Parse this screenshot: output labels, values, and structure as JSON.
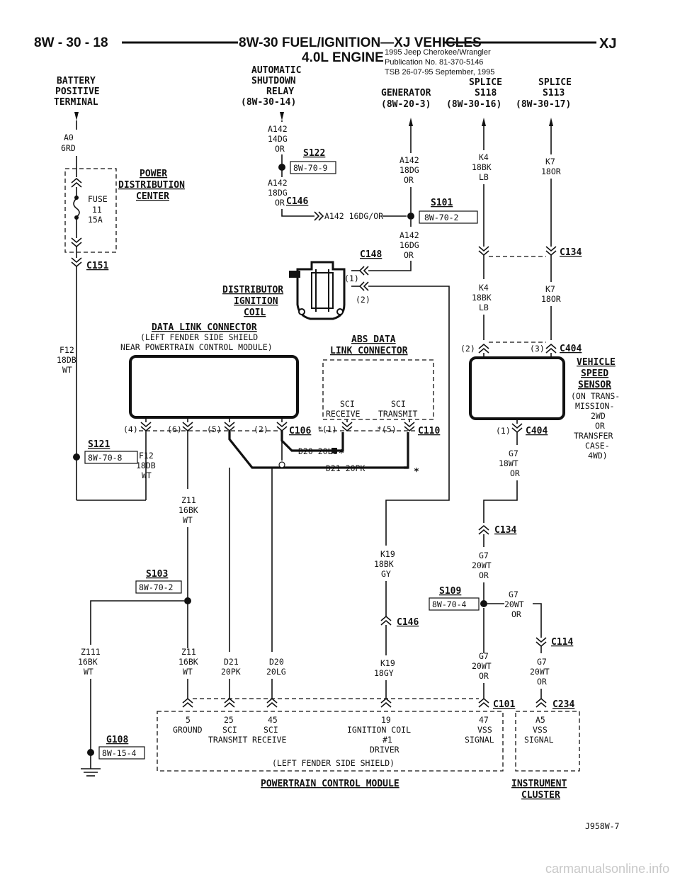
{
  "header": {
    "left": "8W - 30 - 18",
    "center": "8W-30 FUEL/IGNITION—XJ VEHICLES",
    "right": "XJ",
    "sub": "4.0L ENGINE",
    "pub_lines": [
      "1995 Jeep Cherokee/Wrangler",
      "Publication No. 81-370-5146",
      "TSB 26-07-95     September, 1995"
    ]
  },
  "components": {
    "battery": [
      "BATTERY",
      "POSITIVE",
      "TERMINAL"
    ],
    "asd": [
      "AUTOMATIC",
      "SHUTDOWN",
      "RELAY",
      "(8W-30-14)"
    ],
    "generator": [
      "GENERATOR",
      "(8W-20-3)"
    ],
    "splice118": [
      "SPLICE",
      "S118",
      "(8W-30-16)"
    ],
    "splice113": [
      "SPLICE",
      "S113",
      "(8W-30-17)"
    ],
    "pdc": [
      "POWER",
      "DISTRIBUTION",
      "CENTER"
    ],
    "fuse": [
      "FUSE",
      "11",
      "15A"
    ],
    "coil": [
      "DISTRIBUTOR",
      "IGNITION",
      "COIL"
    ],
    "dlc": [
      "DATA LINK CONNECTOR",
      "(LEFT FENDER SIDE SHIELD",
      "NEAR POWERTRAIN CONTROL MODULE)"
    ],
    "abs": [
      "ABS DATA",
      "LINK CONNECTOR"
    ],
    "abs_pins": [
      "SCI",
      "RECEIVE",
      "SCI",
      "TRANSMIT"
    ],
    "vss": [
      "VEHICLE",
      "SPEED",
      "SENSOR",
      "(ON TRANS-",
      "MISSION-",
      "2WD",
      "OR",
      "TRANSFER",
      "CASE-",
      "4WD)"
    ],
    "pcm": "POWERTRAIN CONTROL MODULE",
    "pcm_shield": "(LEFT FENDER SIDE SHIELD)",
    "cluster": [
      "INSTRUMENT",
      "CLUSTER"
    ]
  },
  "wires": {
    "a0": [
      "A0",
      "6RD"
    ],
    "a142_14": [
      "A142",
      "14DG",
      "OR"
    ],
    "a142_18a": [
      "A142",
      "18DG",
      "OR"
    ],
    "a142_18b": [
      "A142",
      "18DG",
      "OR"
    ],
    "a142_16h": "A142 16DG/OR",
    "a142_16": [
      "A142",
      "16DG",
      "OR"
    ],
    "k4a": [
      "K4",
      "18BK",
      "LB"
    ],
    "k7a": [
      "K7",
      "18OR"
    ],
    "k4b": [
      "K4",
      "18BK",
      "LB"
    ],
    "k7b": [
      "K7",
      "18OR"
    ],
    "f12a": [
      "F12",
      "18DB",
      "WT"
    ],
    "f12b": [
      "F12",
      "18DB",
      "WT"
    ],
    "z11a": [
      "Z11",
      "16BK",
      "WT"
    ],
    "z11b": [
      "Z11",
      "16BK",
      "WT"
    ],
    "z111": [
      "Z111",
      "16BK",
      "WT"
    ],
    "d20": "D20 20LG",
    "d21": "D21 20PK",
    "d21v": [
      "D21",
      "20PK"
    ],
    "d20v": [
      "D20",
      "20LG"
    ],
    "k19a": [
      "K19",
      "18BK",
      "GY"
    ],
    "k19b": [
      "K19",
      "18GY"
    ],
    "g7a": [
      "G7",
      "18WT",
      "OR"
    ],
    "g7b": [
      "G7",
      "20WT",
      "OR"
    ],
    "g7c": [
      "G7",
      "20WT",
      "OR"
    ],
    "g7d": [
      "G7",
      "20WT",
      "OR"
    ],
    "g7e": [
      "G7",
      "20WT",
      "OR"
    ]
  },
  "connectors": {
    "s122": "S122",
    "s122ref": "8W-70-9",
    "c146a": "C146",
    "s101": "S101",
    "s101ref": "8W-70-2",
    "c148": "C148",
    "c151": "C151",
    "c134a": "C134",
    "c404a": "C404",
    "c404b": "C404",
    "c106": "C106",
    "c110": "C110",
    "s121": "S121",
    "s121ref": "8W-70-8",
    "c134b": "C134",
    "s103": "S103",
    "s103ref": "8W-70-2",
    "s109": "S109",
    "s109ref": "8W-70-4",
    "c146b": "C146",
    "c114": "C114",
    "c101": "C101",
    "c234": "C234",
    "g108": "G108",
    "g108ref": "8W-15-4"
  },
  "pins": {
    "coil1": "(1)",
    "coil2": "(2)",
    "dlc4": "(4)",
    "dlc6": "(6)",
    "dlc5": "(5)",
    "dlc2": "(2)",
    "abs1": "*(1)",
    "abs5": "*(5)",
    "vss2": "(2)",
    "vss3": "(3)",
    "vss1": "(1)",
    "star": "*"
  },
  "pcm_pins": [
    {
      "num": "5",
      "label": [
        "GROUND"
      ]
    },
    {
      "num": "25",
      "label": [
        "SCI",
        "TRANSMIT"
      ]
    },
    {
      "num": "45",
      "label": [
        "SCI",
        "RECEIVE"
      ]
    },
    {
      "num": "19",
      "label": [
        "IGNITION COIL",
        "#1",
        "DRIVER"
      ]
    },
    {
      "num": "47",
      "label": [
        "VSS",
        "SIGNAL"
      ]
    }
  ],
  "cluster_pin": {
    "num": "A5",
    "label": [
      "VSS",
      "SIGNAL"
    ]
  },
  "figure_id": "J958W-7",
  "watermark": "carmanualsonline.info"
}
